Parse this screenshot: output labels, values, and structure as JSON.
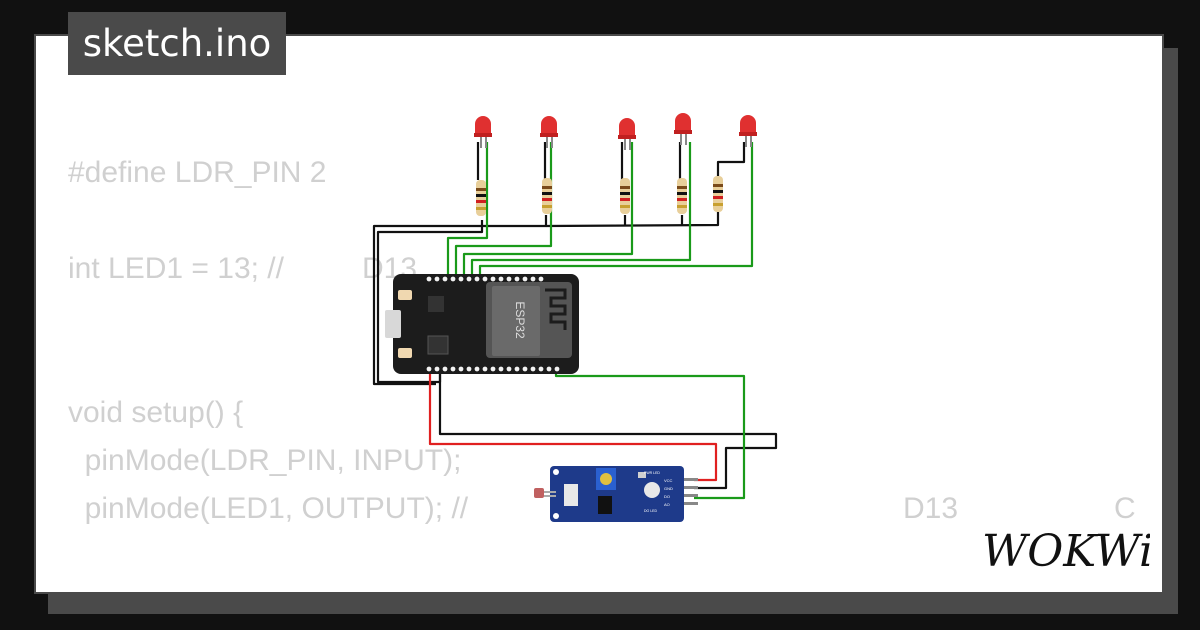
{
  "title": "sketch.ino",
  "code_lines": [
    "#define LDR_PIN 2",
    "int LED1 = 13; //",
    "void setup() {",
    "  pinMode(LDR_PIN, INPUT);",
    "  pinMode(LED1, OUTPUT); //"
  ],
  "code_overlay": {
    "led1_pin_label": "D13",
    "right_label_1": "D13",
    "right_label_2": "C"
  },
  "board": {
    "chip_label": "ESP32"
  },
  "sensor": {
    "pins": [
      "VCC",
      "GND",
      "DO",
      "AO"
    ],
    "leds": [
      "PWR LED",
      "DO LED"
    ]
  },
  "logo": "WOKWi",
  "colors": {
    "background": "#111111",
    "card_border": "#4a4a4a",
    "code_text": "#d0d0d0",
    "board": "#1c1c1c",
    "wire_green": "#1a9a1a",
    "wire_black": "#111111",
    "wire_red": "#e02020",
    "led_red": "#e03030",
    "sensor_blue": "#1e3a8a"
  }
}
